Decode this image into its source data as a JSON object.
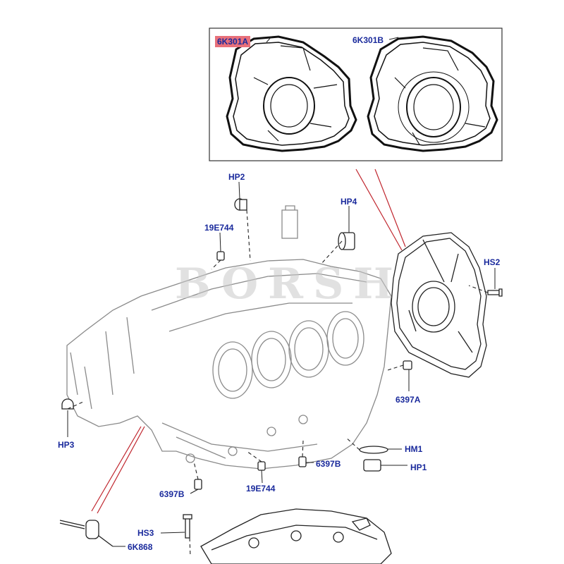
{
  "watermark": "BORSH",
  "highlight_color": "#e8707a",
  "label_color": "#1a2a9c",
  "callouts": {
    "gasket_a": "6K301A",
    "gasket_b": "6K301B",
    "hp2": "HP2",
    "hp4": "HP4",
    "hs2": "HS2",
    "b19e744_top": "19E744",
    "hp3": "HP3",
    "a6397": "6397A",
    "hm1": "HM1",
    "hp1": "HP1",
    "b6397_mid": "6397B",
    "b19e744_bottom": "19E744",
    "b6397_bottom": "6397B",
    "hs3": "HS3",
    "k6k868": "6K868"
  }
}
